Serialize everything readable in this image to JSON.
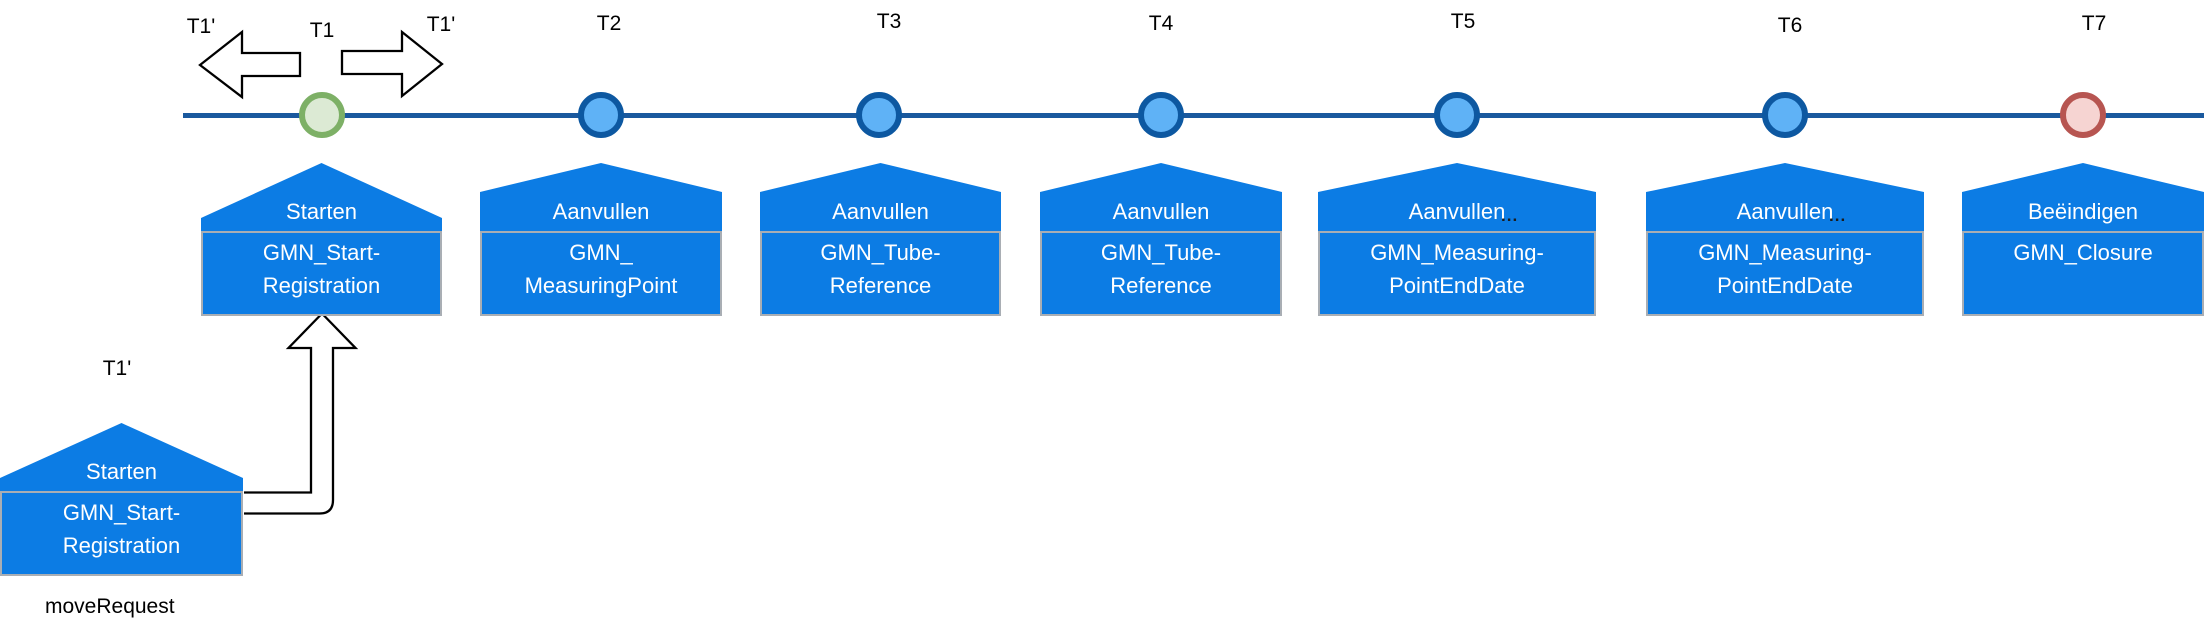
{
  "colors": {
    "event_box_fill": "#0c7ce4",
    "event_box_border": "#a9aeb4",
    "timeline_line": "#1a599e",
    "node_start_fill": "#dcead4",
    "node_start_border": "#7db066",
    "node_update_fill": "#5fb2f6",
    "node_update_border": "#0d58a1",
    "node_end_fill": "#f6d4d2",
    "node_end_border": "#b75551",
    "text_on_box": "#ffffff",
    "label_text": "#000000",
    "arrow_outline": "#000000",
    "arrow_fill": "#ffffff"
  },
  "events": [
    {
      "tick": "T1",
      "phase": "Starten",
      "message_line1": "GMN_Start-",
      "message_line2": "Registration",
      "node_color": "green",
      "ellipsis": ""
    },
    {
      "tick": "T2",
      "phase": "Aanvullen",
      "message_line1": "GMN_",
      "message_line2": "MeasuringPoint",
      "node_color": "blue",
      "ellipsis": ""
    },
    {
      "tick": "T3",
      "phase": "Aanvullen",
      "message_line1": "GMN_Tube-",
      "message_line2": "Reference",
      "node_color": "blue",
      "ellipsis": ""
    },
    {
      "tick": "T4",
      "phase": "Aanvullen",
      "message_line1": "GMN_Tube-",
      "message_line2": "Reference",
      "node_color": "blue",
      "ellipsis": ""
    },
    {
      "tick": "T5",
      "phase": "Aanvullen",
      "message_line1": "GMN_Measuring-",
      "message_line2": "PointEndDate",
      "node_color": "blue",
      "ellipsis": "..."
    },
    {
      "tick": "T6",
      "phase": "Aanvullen",
      "message_line1": "GMN_Measuring-",
      "message_line2": "PointEndDate",
      "node_color": "blue",
      "ellipsis": "..."
    },
    {
      "tick": "T7",
      "phase": "Beëindigen",
      "message_line1": "GMN_Closure",
      "message_line2": "",
      "node_color": "red",
      "ellipsis": ""
    }
  ],
  "move": {
    "left_arrow_label": "T1'",
    "right_arrow_label": "T1'",
    "detached_tick_label": "T1'",
    "phase": "Starten",
    "message_line1": "GMN_Start-",
    "message_line2": "Registration",
    "caption": "moveRequest"
  }
}
